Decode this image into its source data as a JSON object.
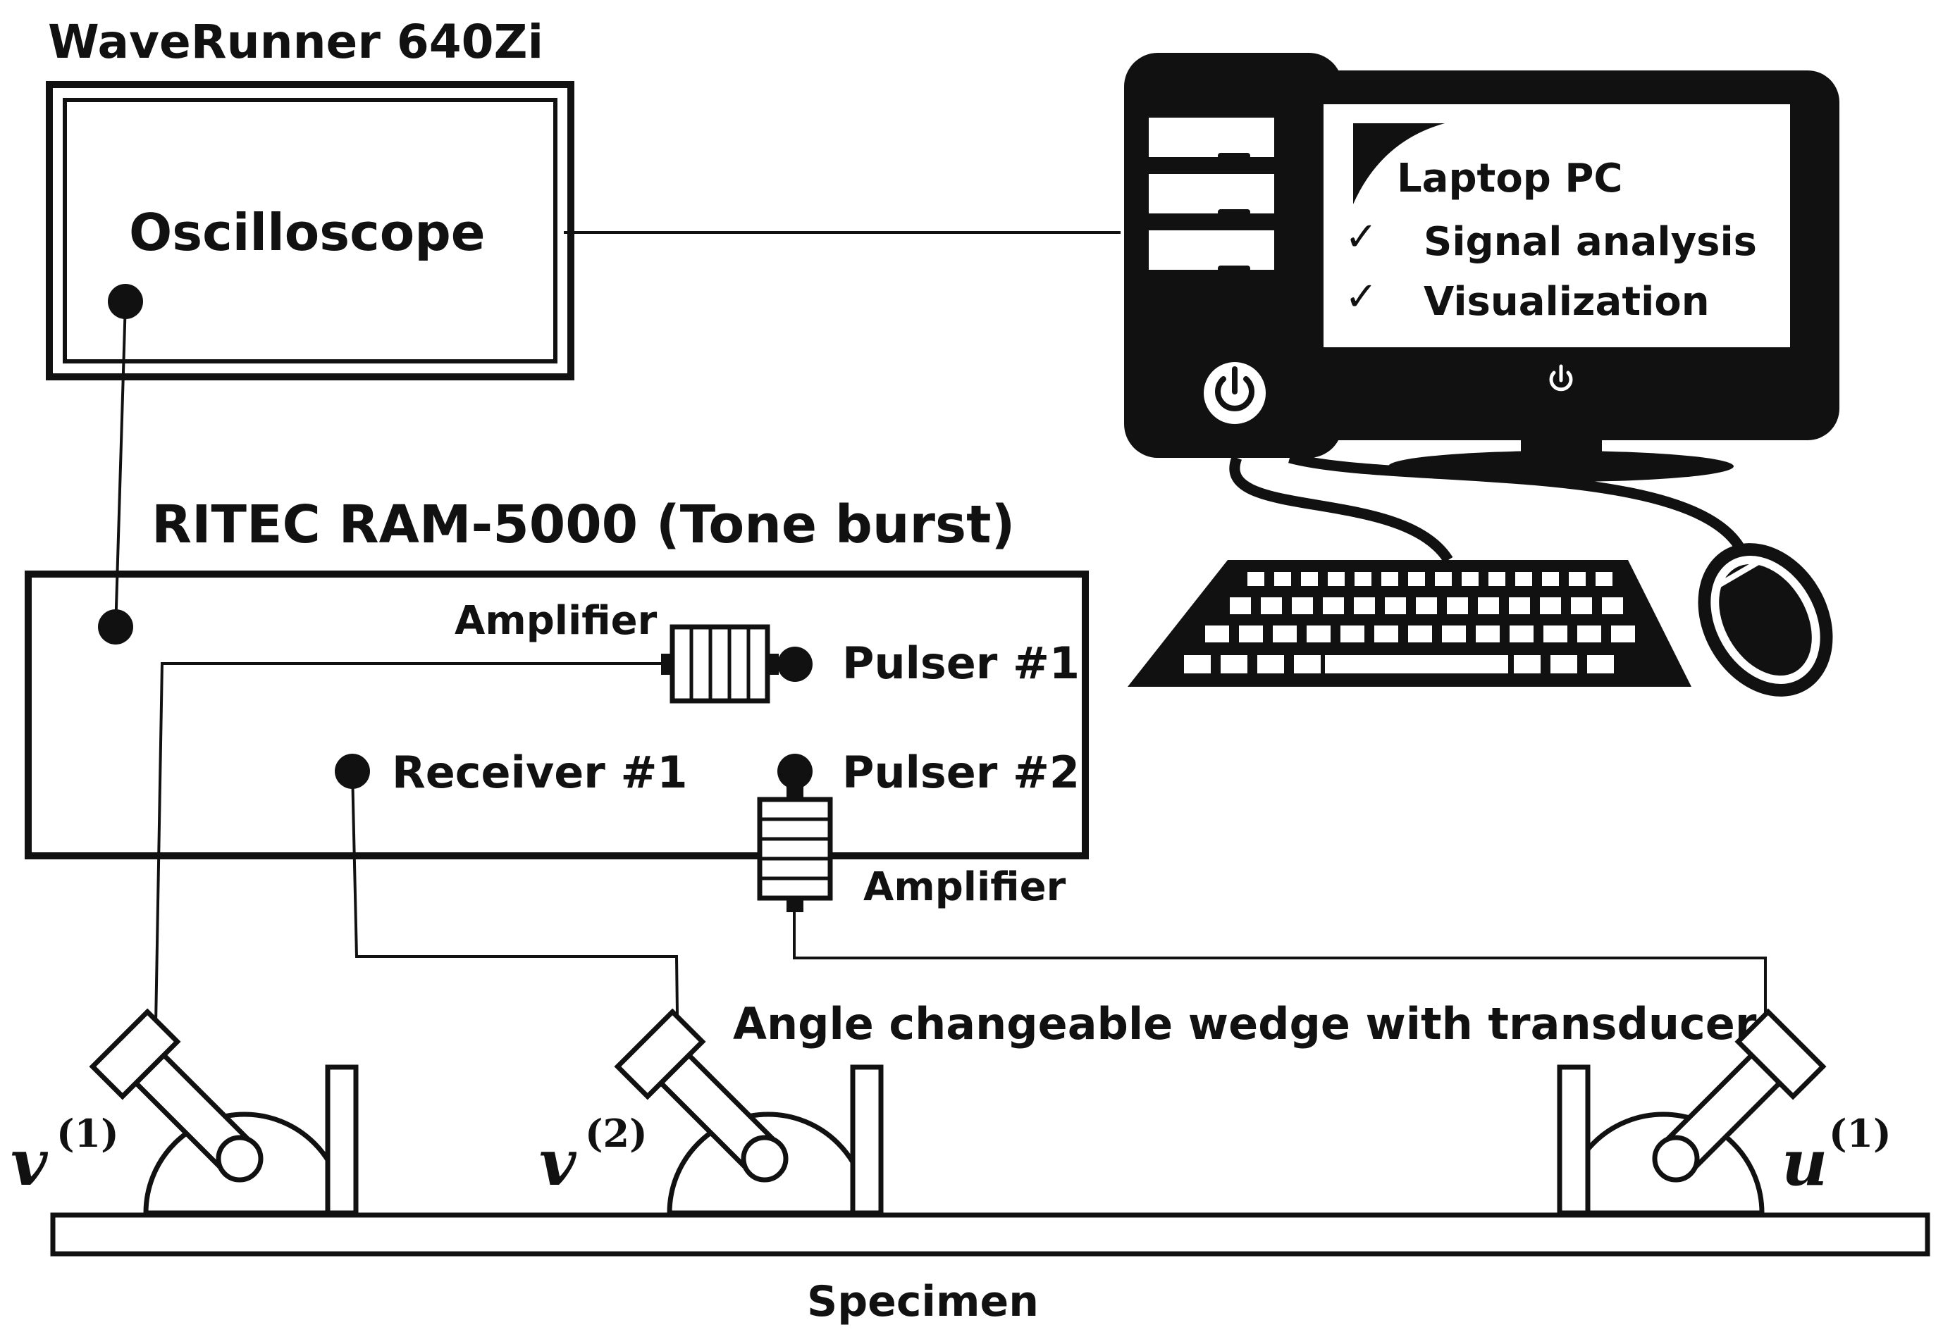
{
  "oscilloscope": {
    "model": "WaveRunner 640Zi",
    "label": "Oscilloscope"
  },
  "pulser_unit": {
    "model": "RITEC RAM-5000 (Tone burst)",
    "amplifier_1": "Amplifier",
    "amplifier_2": "Amplifier",
    "pulser_1": "Pulser #1",
    "pulser_2": "Pulser #2",
    "receiver_1": "Receiver #1"
  },
  "computer": {
    "title": "Laptop PC",
    "check_icon": "checkmark-icon",
    "items": [
      "Signal analysis",
      "Visualization"
    ]
  },
  "wedge_label": "Angle changeable wedge with transducer",
  "specimen_label": "Specimen",
  "transducers": [
    {
      "symbol": "v",
      "sup": "(1)"
    },
    {
      "symbol": "v",
      "sup": "(2)"
    },
    {
      "symbol": "u",
      "sup": "(1)"
    }
  ],
  "colors": {
    "ink": "#111111",
    "background": "#ffffff"
  }
}
